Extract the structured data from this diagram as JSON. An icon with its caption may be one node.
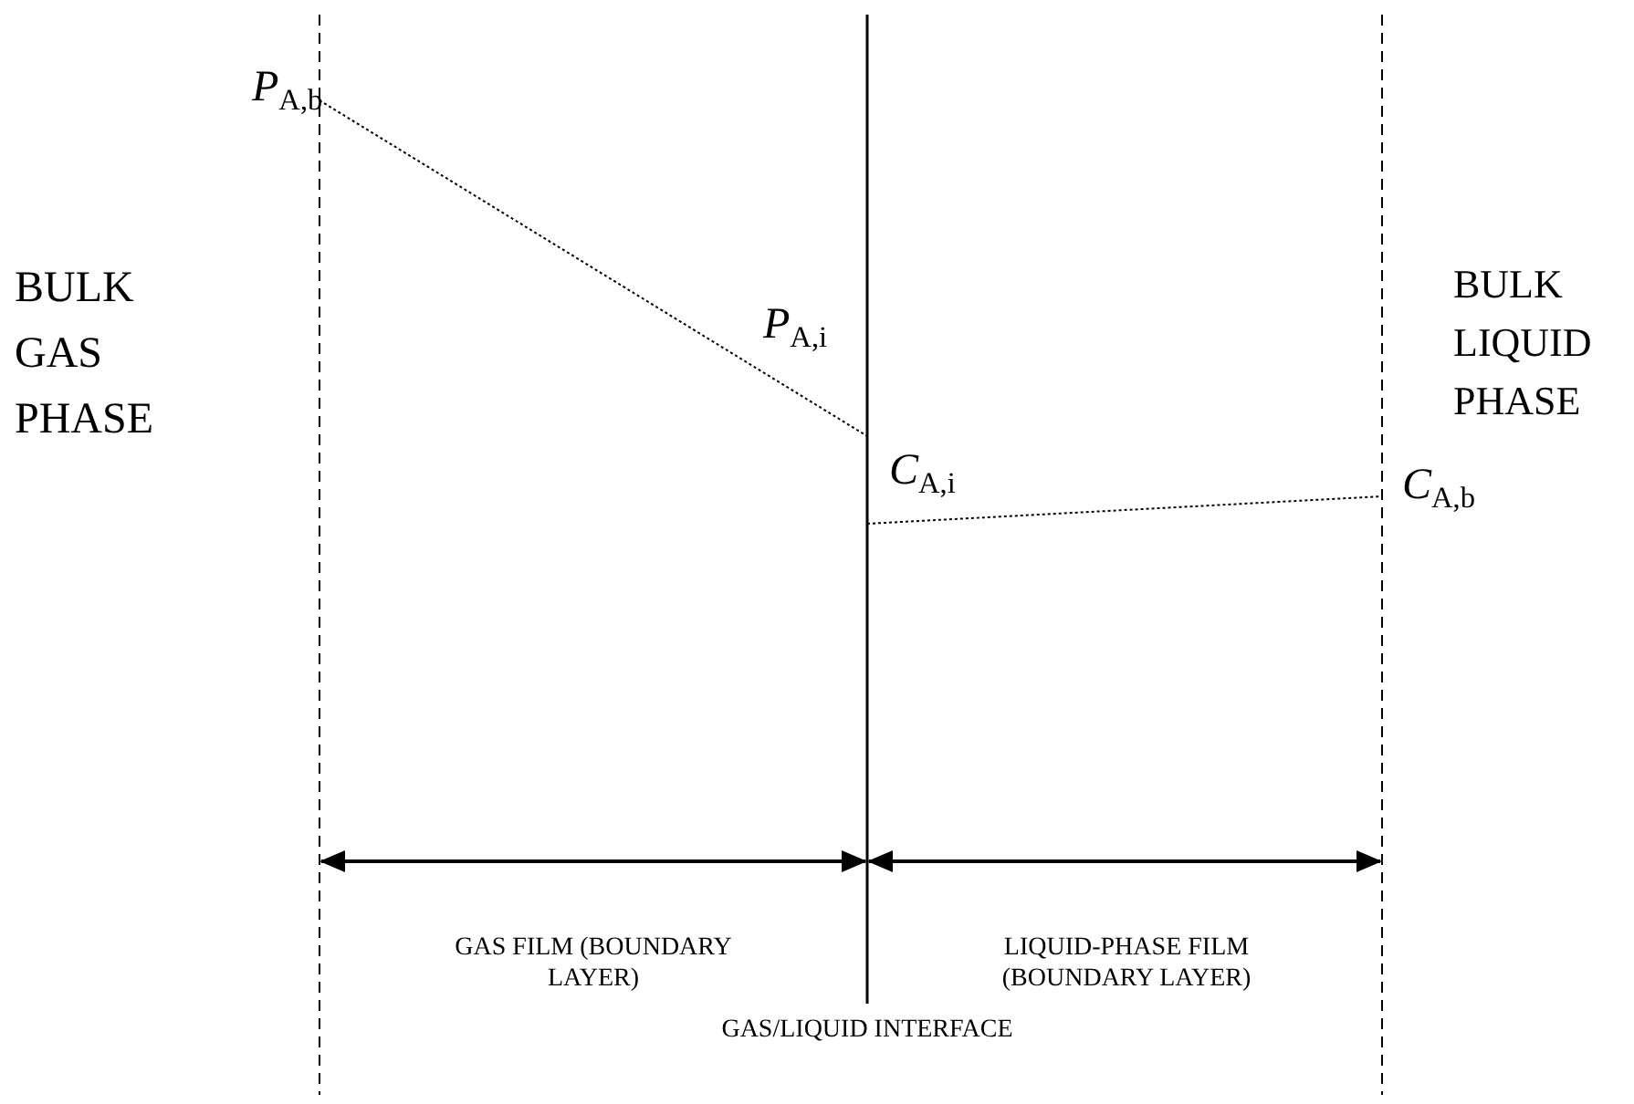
{
  "diagram": {
    "labels": [
      "*P*$_{A,b}$",
      "BULK GAS PHASE",
      "BULK LIQUID PHASE",
      "*P*$_{A,i}$",
      "*C*$_{A,i}$",
      "*C*$_{A,b}$",
      "GAS FILM (BOUNDARY LAYER)",
      "LIQUID-PHASE FILM (BOUNDARY LAYER)",
      "GAS/LIQUID INTERFACE"
    ]
  }
}
